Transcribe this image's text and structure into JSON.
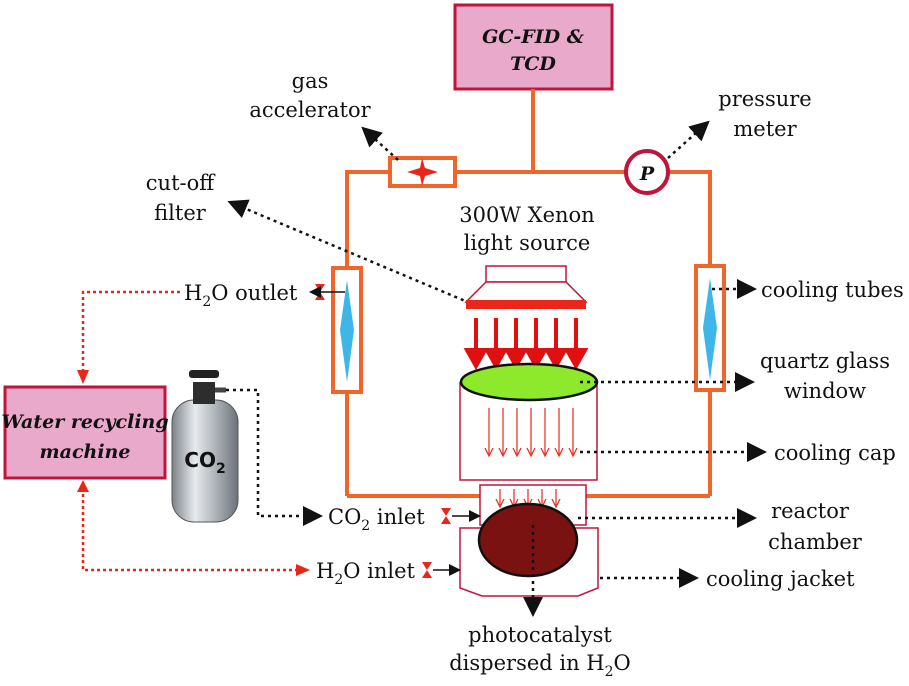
{
  "gc": {
    "line1": "GC-FID &",
    "line2": "TCD"
  },
  "accelerator": {
    "line1": "gas",
    "line2": "accelerator"
  },
  "pressure": {
    "line1": "pressure",
    "line2": "meter",
    "symbol": "P"
  },
  "cutoff": {
    "line1": "cut-off",
    "line2": "filter"
  },
  "xenon": {
    "line1": "300W Xenon",
    "line2": "light source"
  },
  "h2o_outlet": {
    "main": "H",
    "sub": "2",
    "rest": "O outlet"
  },
  "cooling_tubes": "cooling tubes",
  "quartz": {
    "line1": "quartz glass",
    "line2": "window"
  },
  "cooling_cap": "cooling cap",
  "recycler": {
    "line1": "Water recycling",
    "line2": "machine"
  },
  "cylinder": {
    "main": "CO",
    "sub": "2"
  },
  "co2_inlet": {
    "main": "CO",
    "sub": "2",
    "rest": " inlet"
  },
  "reactor": {
    "line1": "reactor",
    "line2": "chamber"
  },
  "h2o_inlet": {
    "main": "H",
    "sub": "2",
    "rest": "O inlet"
  },
  "jacket": "cooling jacket",
  "photocat": {
    "line1": "photocatalyst",
    "line2": "dispersed in H",
    "line2_sub": "2",
    "line2_rest": "O"
  },
  "colors": {
    "pipe": "#f0662a",
    "box_fill": "#e8a9cb",
    "box_edge": "#c0153a",
    "water_line": "#e8261a",
    "arrow_red": "#e01010",
    "window_green": "#8ee82b",
    "catalyst": "#7a1212",
    "tube_blue": "#3fb6e8"
  }
}
